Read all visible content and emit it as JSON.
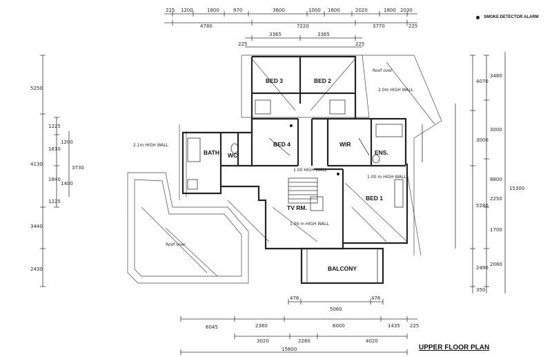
{
  "legend": {
    "smoke_detector": "SMOKE DETECTOR ALARM"
  },
  "drawing_title": "UPPER FLOOR PLAN",
  "rooms": {
    "bed3": "BED 3",
    "bed2": "BED 2",
    "bed4": "BED 4",
    "bath": "BATH",
    "wc": "WC",
    "wir": "WIR",
    "ens": "ENS.",
    "tv_rm": "TV RM.",
    "bed1": "BED 1",
    "balcony": "BALCONY"
  },
  "notes": {
    "roof_over_left": "Roof over",
    "roof_over_right": "Roof over",
    "wall_left": "2.1m HIGH WALL",
    "wall_right": "2.0m HIGH WALL",
    "wall_bed1": "1.00 m HIGH WALL",
    "wall_tv": "1.00 m HIGH WALL",
    "wall_stair": "1.00 HIGH WALL"
  },
  "dimensions": {
    "top_row1": [
      "225",
      "1200",
      "1800",
      "970",
      "3600",
      "1000",
      "1600",
      "2020",
      "1800",
      "2030"
    ],
    "top_row2": [
      "4780",
      "7220",
      "3770",
      "225"
    ],
    "top_row3": [
      "225",
      "3365",
      "3365",
      "225"
    ],
    "left_col1": [
      "5250",
      "4130",
      "3440",
      "2430"
    ],
    "left_col2": [
      "1225",
      "1810",
      "1840",
      "1225"
    ],
    "left_col3": [
      "1200",
      "3730",
      "1400"
    ],
    "right_col1": [
      "4070",
      "3000",
      "5280",
      "2490",
      "350"
    ],
    "right_col2": [
      "3480",
      "3000",
      "8800",
      "2250",
      "1700",
      "2080"
    ],
    "right_col3": [
      "15300"
    ],
    "bottom_row1": [
      "476",
      "5060",
      "476"
    ],
    "bottom_row2": [
      "6045",
      "2360",
      "6000",
      "1435",
      "225"
    ],
    "bottom_row3": [
      "3020",
      "2280",
      "4020"
    ],
    "bottom_total": "15800"
  }
}
